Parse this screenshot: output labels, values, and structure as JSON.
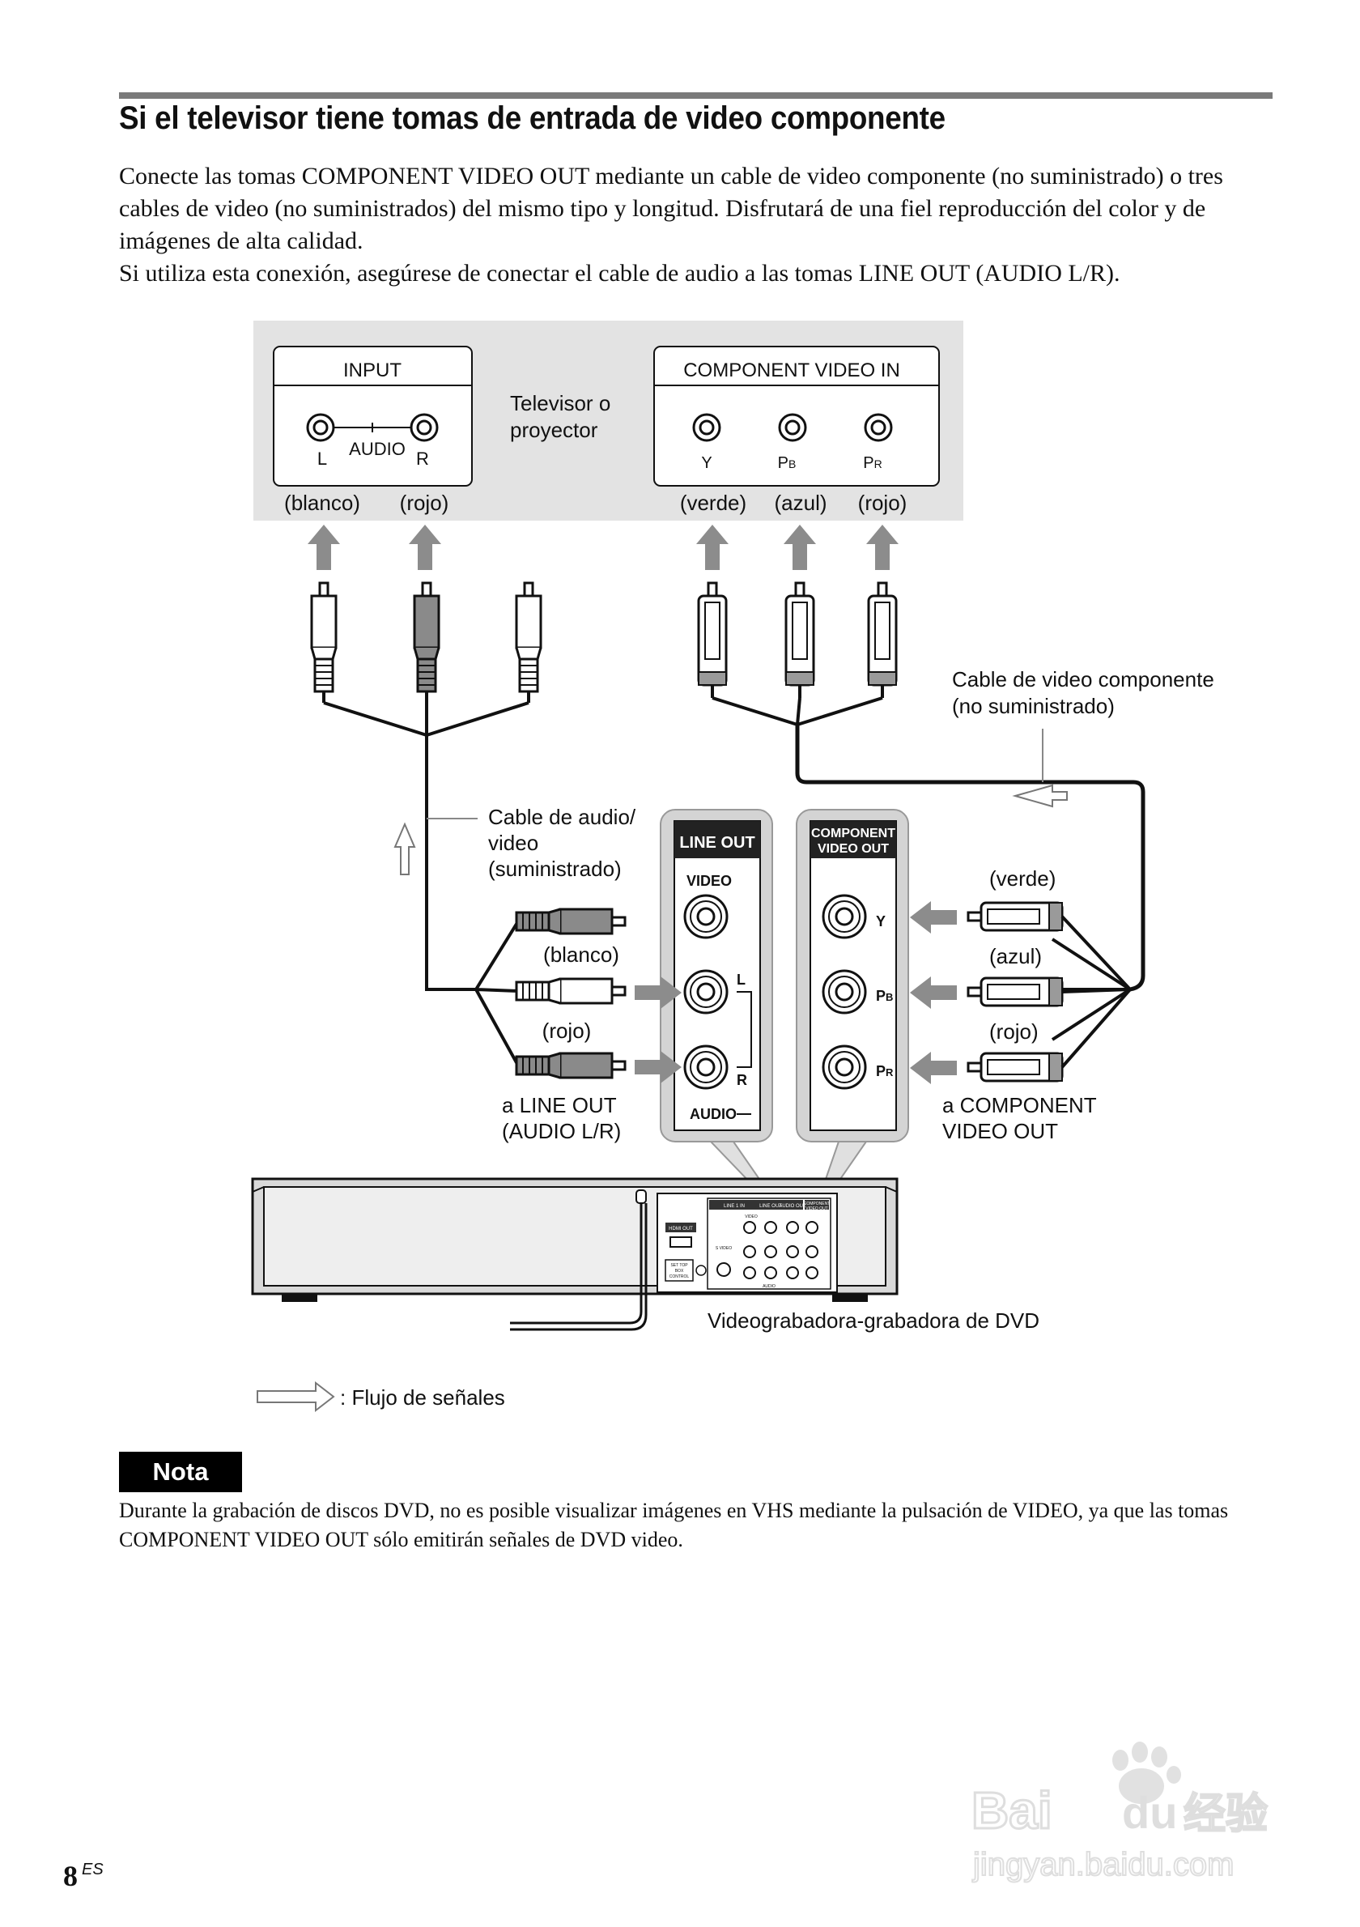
{
  "heading": "Si el televisor tiene tomas de entrada de video componente",
  "intro": {
    "p1": "Conecte las tomas COMPONENT VIDEO OUT mediante un cable de video componente (no suministrado) o tres cables de video (no suministrados) del mismo tipo y longitud. Disfrutará de una fiel reproducción del color y de imágenes de alta calidad.",
    "p2": "Si utiliza esta conexión, asegúrese de conectar el cable de audio a las tomas LINE OUT (AUDIO L/R)."
  },
  "diagram": {
    "tv": {
      "input_title": "INPUT",
      "audio_label": "AUDIO",
      "l_label": "L",
      "r_label": "R",
      "device_line1": "Televisor o",
      "device_line2": "proyector",
      "component_title": "COMPONENT VIDEO IN",
      "y_label": "Y",
      "pb_label": "P",
      "pb_sub": "B",
      "pr_label": "P",
      "pr_sub": "R",
      "color_blanco": "(blanco)",
      "color_rojo": "(rojo)",
      "color_verde": "(verde)",
      "color_azul": "(azul)",
      "color_rojo_2": "(rojo)"
    },
    "component_cable_line1": "Cable de video componente",
    "component_cable_line2": "(no suministrado)",
    "audio_cable_line1": "Cable de audio/",
    "audio_cable_line2": "video",
    "audio_cable_line3": "(suministrado)",
    "line_out_panel": {
      "title": "LINE OUT",
      "video": "VIDEO",
      "l": "L",
      "r": "R",
      "audio": "AUDIO"
    },
    "component_panel": {
      "title_line1": "COMPONENT",
      "title_line2": "VIDEO OUT",
      "y": "Y",
      "pb": "P",
      "pb_sub": "B",
      "pr": "P",
      "pr_sub": "R"
    },
    "left_plug_blanco": "(blanco)",
    "left_plug_rojo": "(rojo)",
    "to_line_out_line1": "a LINE OUT",
    "to_line_out_line2": "(AUDIO L/R)",
    "right_plug_verde": "(verde)",
    "right_plug_azul": "(azul)",
    "right_plug_rojo": "(rojo)",
    "to_component_line1": "a COMPONENT",
    "to_component_line2": "VIDEO OUT",
    "recorder_panel": {
      "hdmi": "HDMI OUT",
      "line1_in": "LINE 1 IN",
      "line_out": "LINE OUT",
      "audio_out": "AUDIO OUT",
      "component_line1": "COMPONENT",
      "component_line2": "VIDEO OUT",
      "video": "VIDEO",
      "s_video": "S VIDEO",
      "set_top_line1": "SET TOP",
      "set_top_line2": "BOX",
      "set_top_line3": "CONTROL",
      "audio": "AUDIO"
    },
    "recorder_label": "Videograbadora-grabadora de DVD",
    "legend": ": Flujo de señales"
  },
  "note": {
    "badge": "Nota",
    "text": "Durante la grabación de discos DVD, no es posible visualizar imágenes en VHS mediante la pulsación de VIDEO, ya que las tomas COMPONENT VIDEO OUT sólo emitirán señales de DVD video."
  },
  "page": {
    "number": "8",
    "lang": "ES"
  },
  "watermark": {
    "line1": "Bai",
    "du": "du",
    "cn": "经验",
    "line2": "jingyan.baidu.com"
  }
}
